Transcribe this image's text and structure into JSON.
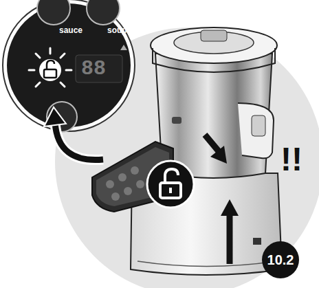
{
  "diagram": {
    "nodes": [
      {
        "text": [
          "10.2"
        ]
      }
    ],
    "labels": [
      "sauce",
      "soup",
      "88",
      "!!"
    ]
  }
}
